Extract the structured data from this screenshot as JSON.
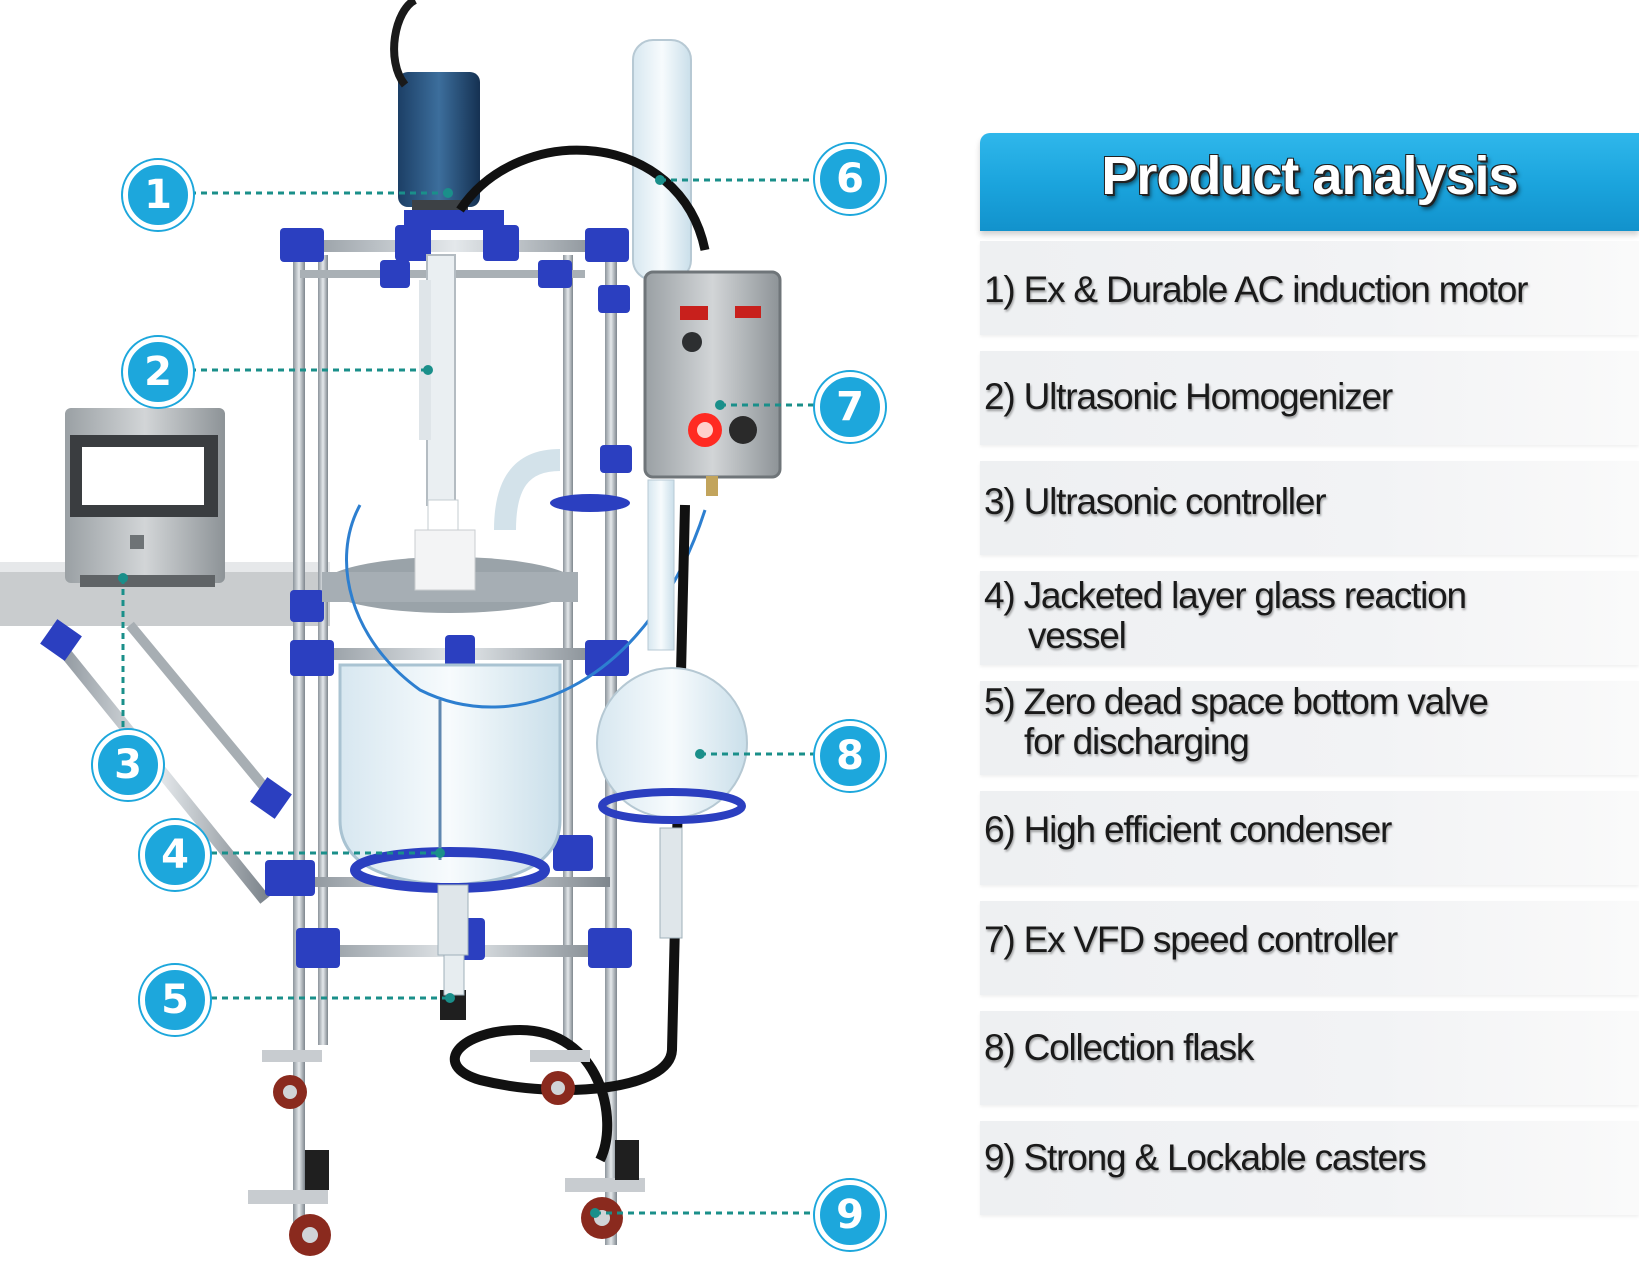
{
  "panel": {
    "title": "Product analysis",
    "items": [
      {
        "lines": [
          "1) Ex & Durable AC induction motor"
        ]
      },
      {
        "lines": [
          "2) Ultrasonic Homogenizer"
        ]
      },
      {
        "lines": [
          "3) Ultrasonic controller"
        ]
      },
      {
        "lines": [
          "4) Jacketed layer glass reaction",
          "vessel"
        ]
      },
      {
        "lines": [
          "5) Zero dead space bottom valve",
          "for discharging"
        ]
      },
      {
        "lines": [
          "6) High efficient condenser"
        ]
      },
      {
        "lines": [
          "7) Ex VFD speed controller"
        ]
      },
      {
        "lines": [
          "8) Collection flask"
        ]
      },
      {
        "lines": [
          "9) Strong & Lockable casters"
        ]
      }
    ]
  },
  "callouts": [
    "1",
    "2",
    "3",
    "4",
    "5",
    "6",
    "7",
    "8",
    "9"
  ],
  "colors": {
    "accent": "#1da7dc",
    "frame_blue": "#2b3fc0",
    "leader_line": "#1a8f8a",
    "steel": "#b8bec4"
  }
}
